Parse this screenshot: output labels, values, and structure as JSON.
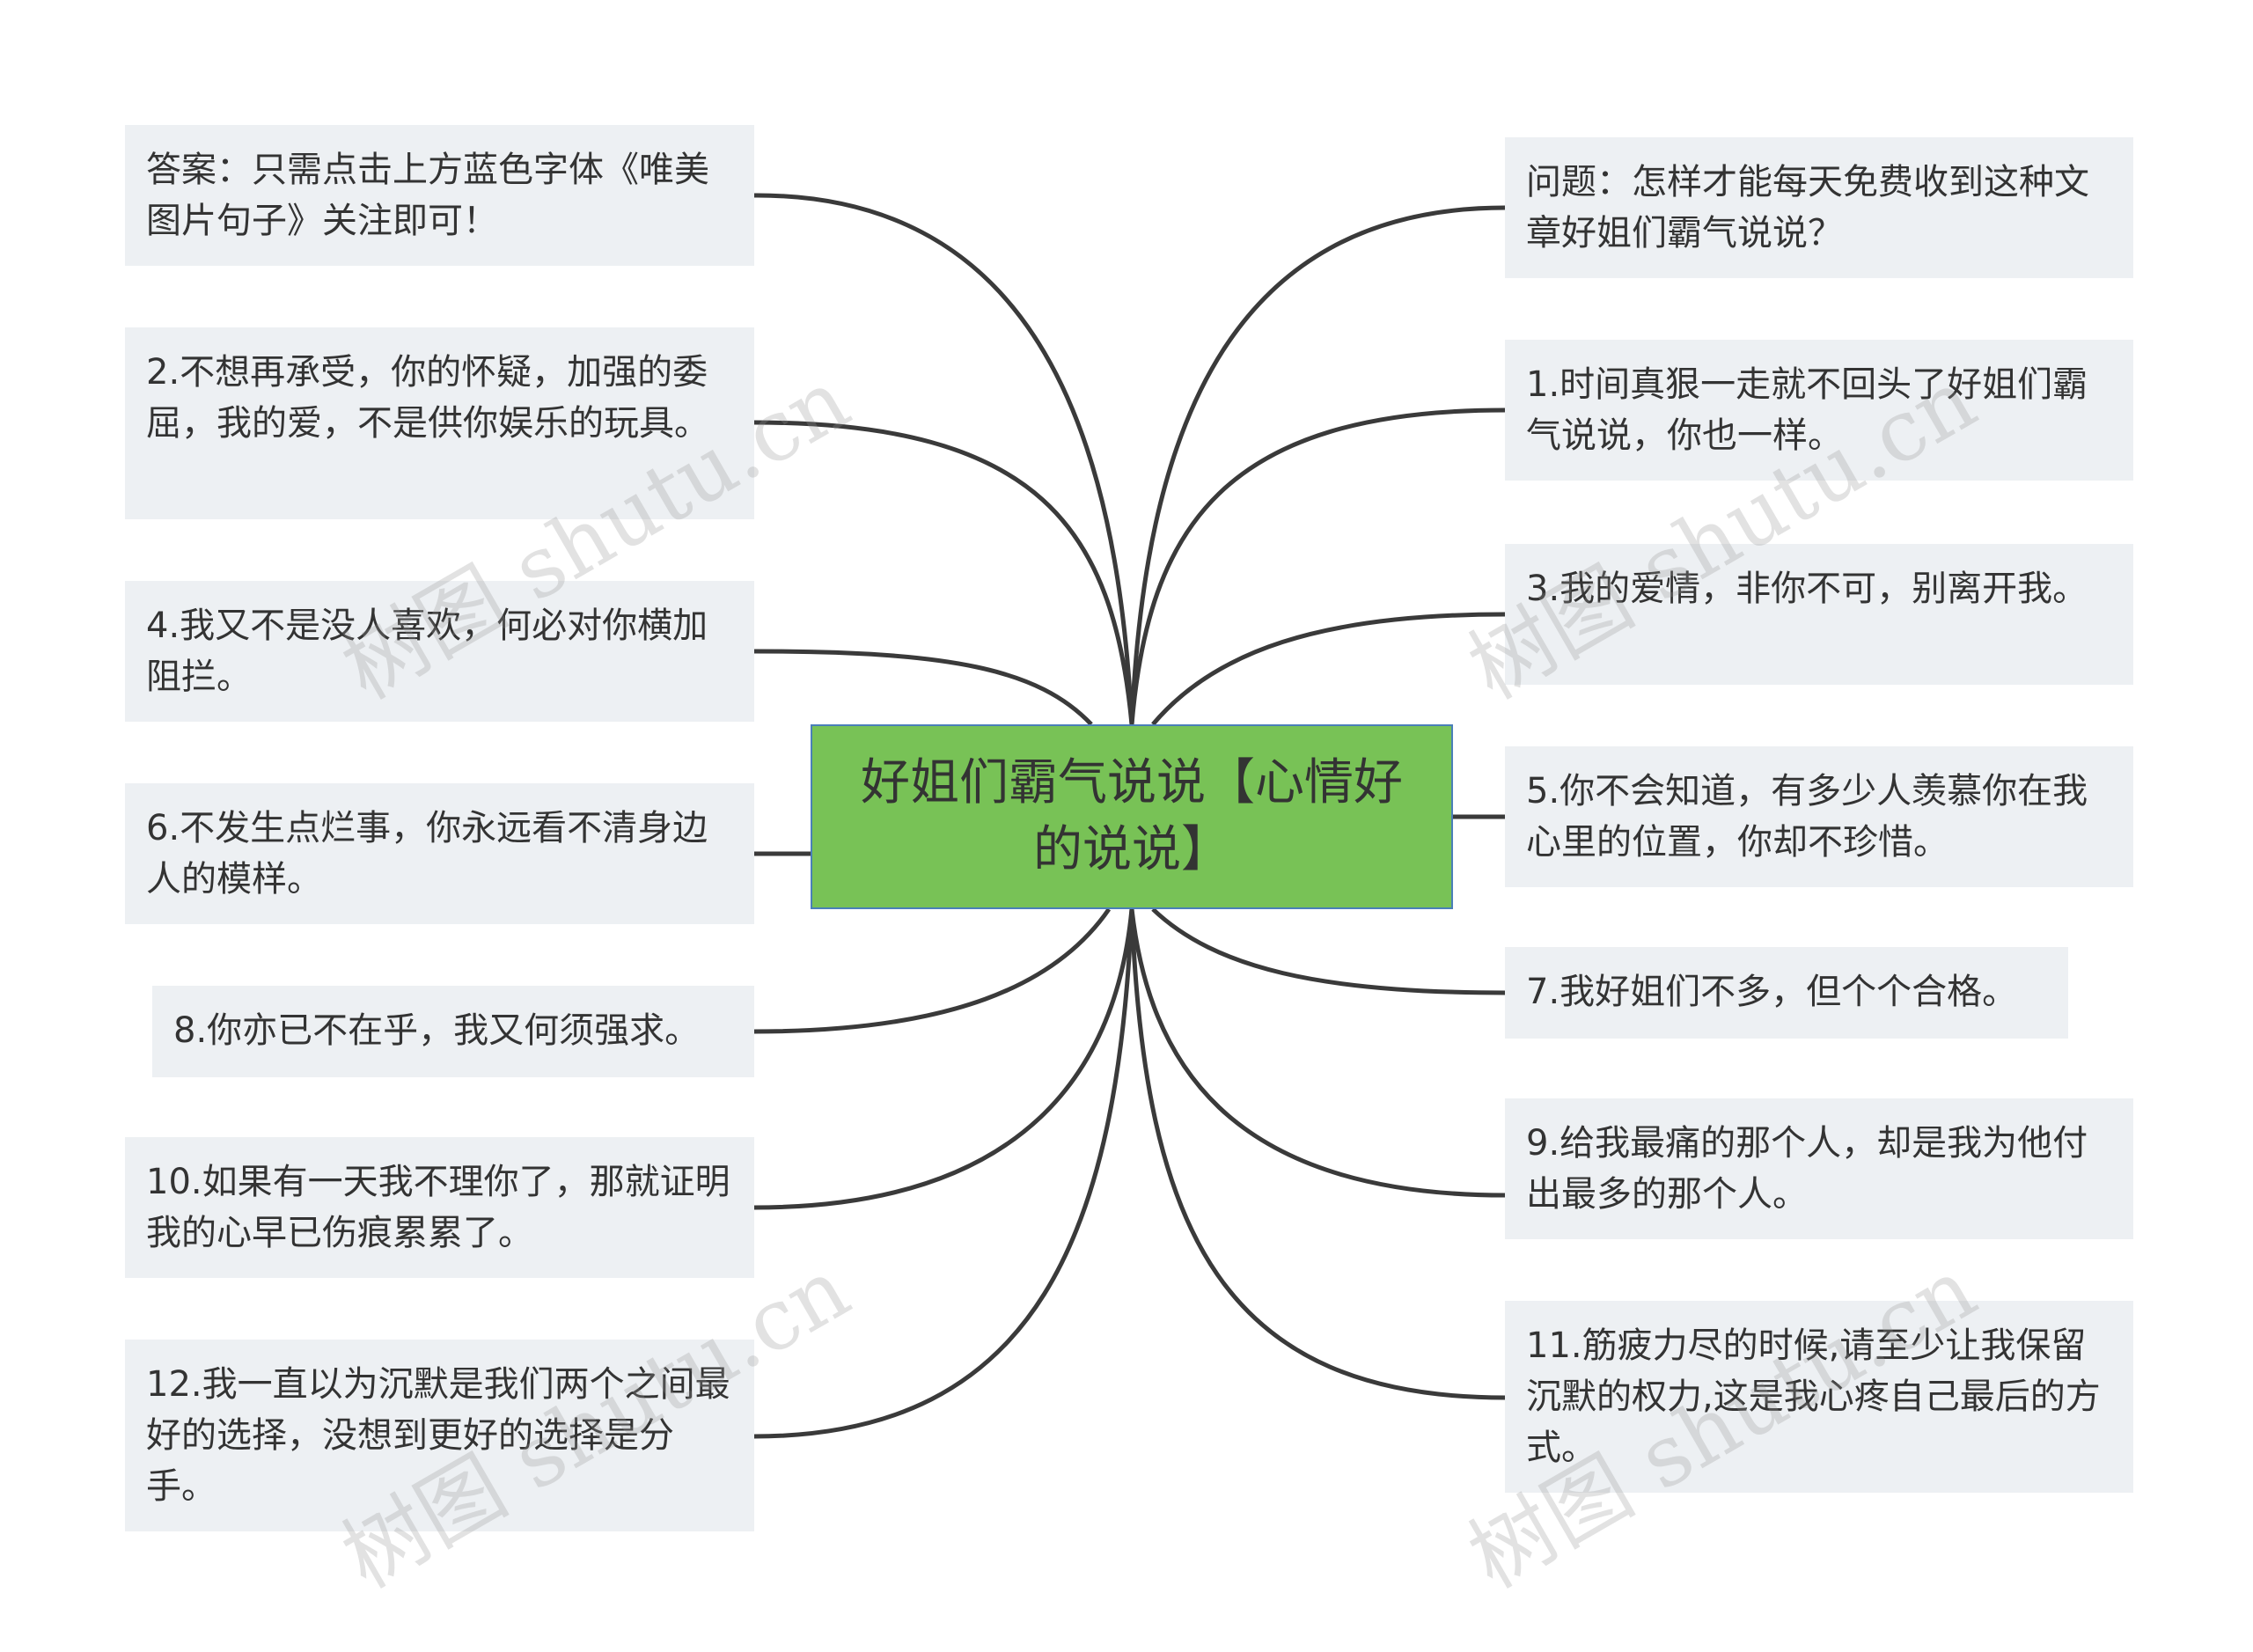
{
  "center": {
    "title": "好姐们霸气说说【心情好的说说】"
  },
  "left_nodes": [
    {
      "text": "答案：只需点击上方蓝色字体《唯美图片句子》关注即可！"
    },
    {
      "text": "2.不想再承受，你的怀疑，加强的委屈，我的爱，不是供你娱乐的玩具。"
    },
    {
      "text": "4.我又不是没人喜欢，何必对你横加阻拦。"
    },
    {
      "text": "6.不发生点烂事，你永远看不清身边人的模样。"
    },
    {
      "text": "8.你亦已不在乎，我又何须强求。"
    },
    {
      "text": "10.如果有一天我不理你了，那就证明我的心早已伤痕累累了。"
    },
    {
      "text": "12.我一直以为沉默是我们两个之间最好的选择，没想到更好的选择是分手。"
    }
  ],
  "right_nodes": [
    {
      "text": "问题：怎样才能每天免费收到这种文章好姐们霸气说说？"
    },
    {
      "text": "1.时间真狠一走就不回头了好姐们霸气说说，你也一样。"
    },
    {
      "text": "3.我的爱情，非你不可，别离开我。"
    },
    {
      "text": "5.你不会知道，有多少人羡慕你在我心里的位置，你却不珍惜。"
    },
    {
      "text": "7.我好姐们不多，但个个合格。"
    },
    {
      "text": "9.给我最痛的那个人，却是我为他付出最多的那个人。"
    },
    {
      "text": "11.筋疲力尽的时候,请至少让我保留沉默的权力,这是我心疼自己最后的方式。"
    }
  ],
  "watermark": "树图 shutu.cn",
  "colors": {
    "center_fill": "#78c256",
    "center_border": "#4a7fb8",
    "node_fill": "#edf0f3",
    "line": "#3a3a3a"
  }
}
